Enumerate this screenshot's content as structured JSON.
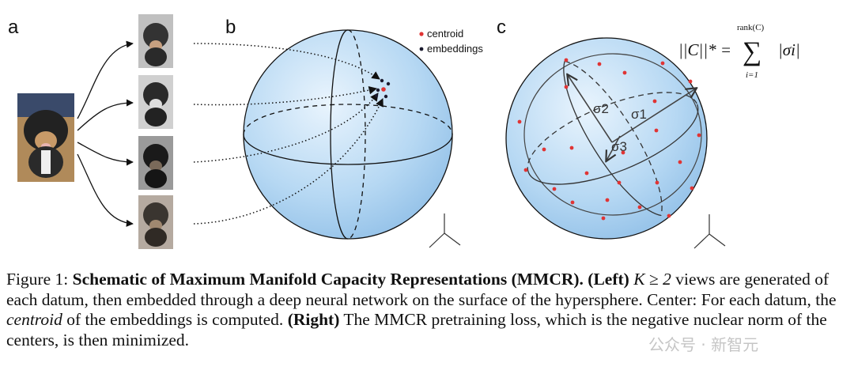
{
  "figure": {
    "panel_labels": [
      "a",
      "b",
      "c"
    ],
    "legend": {
      "centroid": "centroid",
      "embeddings": "embeddings"
    },
    "sigma_labels": [
      "σ2",
      "σ1",
      "σ3"
    ],
    "formula": {
      "lhs": "||C||* =",
      "sum_top": "rank(C)",
      "sum_bottom": "i=1",
      "rhs": "|σi|"
    },
    "colors": {
      "sphere": "#a9cff0",
      "centroid": "#e03434",
      "embedding": "#1a1a2e",
      "arrow": "#111111"
    }
  },
  "caption": {
    "prefix": "Figure 1: ",
    "bold_title": "Schematic of Maximum Manifold Capacity Representations (MMCR).",
    "left_label": "(Left)",
    "k_condition": "K ≥ 2",
    "text1": "views are generated of each datum, then embedded through a deep neural network on the surface of the hypersphere. Center: For each datum, the",
    "centroid_word": "centroid",
    "text2": "of the embeddings is computed.",
    "right_label": "(Right)",
    "text3": "The MMCR pretraining loss, which is the negative nuclear norm of the centers, is then minimized."
  },
  "watermark": "公众号 · 新智元"
}
